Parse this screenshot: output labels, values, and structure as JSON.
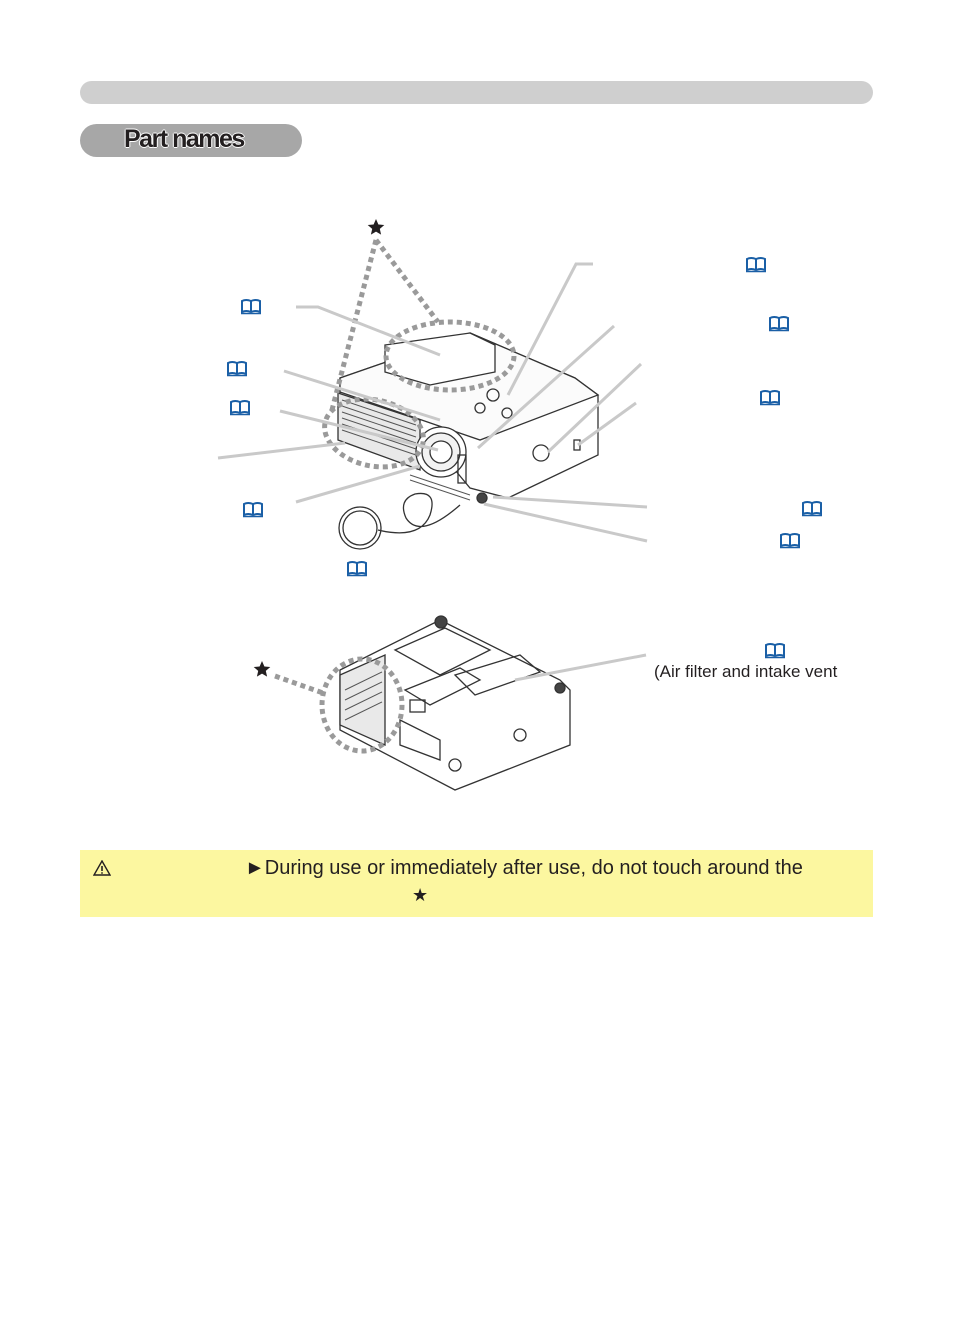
{
  "header": {
    "section_title": "Part names"
  },
  "diagram": {
    "bottom_caption": "(Air filter and intake vent",
    "star_symbol": "★",
    "book_icon": "book-reference-icon",
    "line_color": "#c9c9c9",
    "dash_color": "#9a9a9a"
  },
  "caution": {
    "icon": "warning-triangle-icon",
    "text": "►During use or immediately after use, do not touch around the",
    "star_symbol": "★",
    "background": "#fcf7a0"
  }
}
